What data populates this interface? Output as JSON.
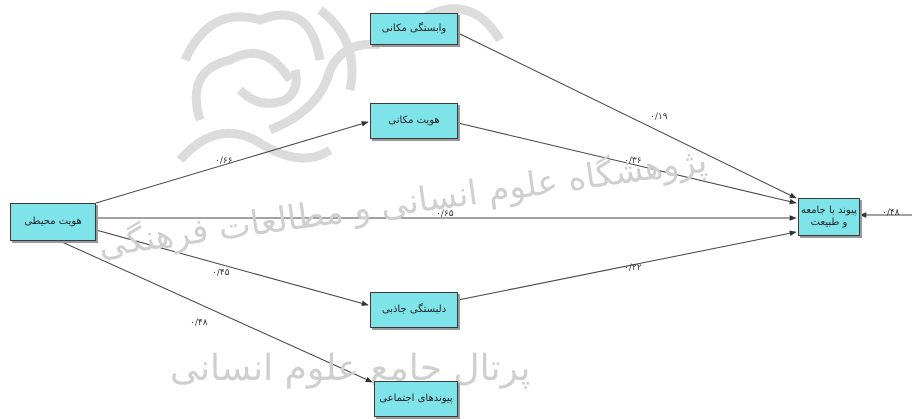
{
  "nodes": {
    "n1": "وابستگی مکانی",
    "n2": "هویت مکانی",
    "n3": "هویت محیطی",
    "n4": "پیوند با جامعه و طبیعت",
    "n5": "دلبستگی جاذبی",
    "n6": "پیوندهای اجتماعی"
  },
  "edges": [
    {
      "id": "e1",
      "label": "۰/۶۶"
    },
    {
      "id": "e2",
      "label": "۰/۶۵"
    },
    {
      "id": "e3",
      "label": "۰/۴۵"
    },
    {
      "id": "e4",
      "label": "۰/۴۸"
    },
    {
      "id": "e5",
      "label": "۰/۱۹"
    },
    {
      "id": "e6",
      "label": "۰/۳۶"
    },
    {
      "id": "e7",
      "label": "۰/۲۲"
    },
    {
      "id": "e8",
      "label": "۰/۴۸"
    }
  ],
  "watermark": {
    "line1": "پژوهشگاه علوم انسانی و مطالعات فرهنگی",
    "line2": "پرتال جامع علوم انسانی"
  }
}
